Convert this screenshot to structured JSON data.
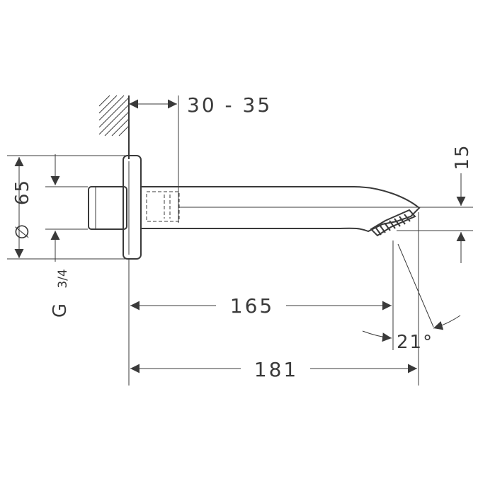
{
  "drawing": {
    "dimensions": {
      "wall_depth": "30 - 35",
      "diameter_symbol": "∅",
      "rosette_diameter": "65",
      "thread_g": "G",
      "thread_size": "3/4",
      "spout_height": "15",
      "length_inner": "165",
      "length_total": "181",
      "angle": "21°"
    },
    "colors": {
      "line": "#3a3a3a",
      "background": "#ffffff"
    }
  }
}
